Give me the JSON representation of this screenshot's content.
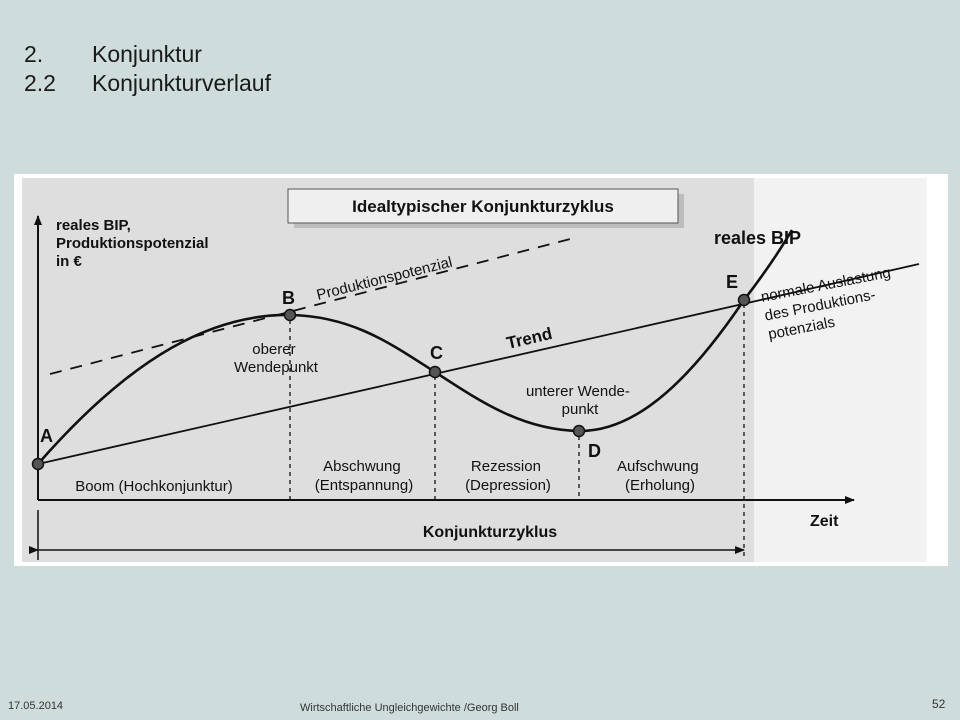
{
  "slide": {
    "heading1": {
      "number": "2.",
      "text": "Konjunktur"
    },
    "heading2": {
      "number": "2.2",
      "text": "Konjunkturverlauf"
    }
  },
  "diagram": {
    "title": "Idealtypischer Konjunkturzyklus",
    "y_axis_label": [
      "reales BIP,",
      "Produktionspotenzial",
      "in €"
    ],
    "x_axis_label": "Zeit",
    "curve_labels": {
      "real_gdp": "reales BIP",
      "potential": "Produktionspotenzial",
      "trend": "Trend"
    },
    "points": {
      "A": "A",
      "B": "B",
      "C": "C",
      "D": "D",
      "E": "E"
    },
    "annotations": {
      "upper_turning": [
        "oberer",
        "Wendepunkt"
      ],
      "lower_turning": [
        "unterer Wende-",
        "punkt"
      ],
      "normal_utilization": [
        "normale Auslastung",
        "des Produktions-",
        "potenzials"
      ]
    },
    "phases": [
      {
        "name": "Boom (Hochkonjunktur)",
        "sub": ""
      },
      {
        "name": "Abschwung",
        "sub": "(Entspannung)"
      },
      {
        "name": "Rezession",
        "sub": "(Depression)"
      },
      {
        "name": "Aufschwung",
        "sub": "(Erholung)"
      }
    ],
    "cycle_label": "Konjunkturzyklus"
  },
  "footer": {
    "date": "17.05.2014",
    "author": "Wirtschaftliche Ungleichgewichte /Georg Boll",
    "page": "52"
  }
}
